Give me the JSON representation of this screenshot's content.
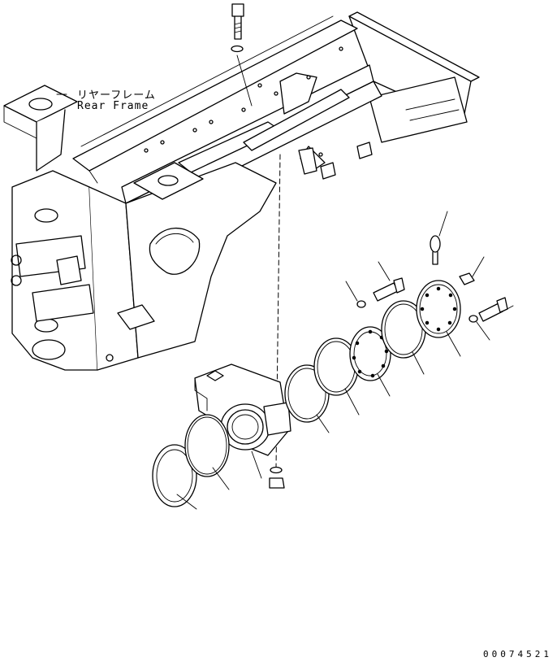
{
  "labels": {
    "part_name_jp": "リヤーフレーム",
    "part_name_en": "Rear Frame"
  },
  "drawing_number": "00074521"
}
